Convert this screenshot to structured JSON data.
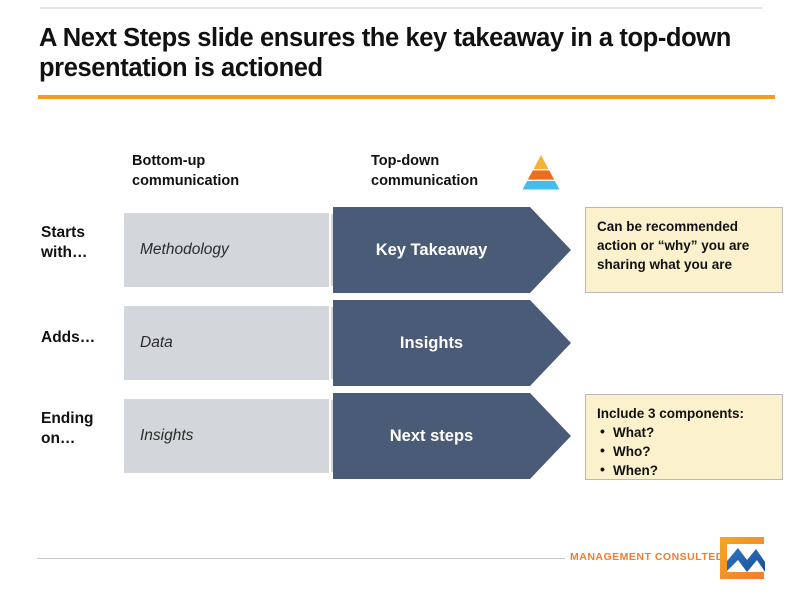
{
  "slide": {
    "title": "A Next Steps slide ensures the key takeaway in a top-down presentation is actioned",
    "accent_color": "#f59a23",
    "navy_color": "#4a5b78",
    "grey_color": "#d3d6da",
    "callout_color": "#fbf2cd"
  },
  "columns": {
    "left_header": "Bottom-up communication",
    "right_header": "Top-down communication",
    "pyramid_icon": {
      "name": "pyramid-icon",
      "top_color": "#f5b335",
      "middle_color": "#ef6c1f",
      "bottom_color": "#45bdec"
    }
  },
  "rows": [
    {
      "label": "Starts with…",
      "bottom_up": "Methodology",
      "top_down": "Key Takeaway"
    },
    {
      "label": "Adds…",
      "bottom_up": "Data",
      "top_down": "Insights"
    },
    {
      "label": "Ending on…",
      "bottom_up": "Insights",
      "top_down": "Next steps"
    }
  ],
  "callouts": {
    "first": {
      "text": "Can be recommended action or “why” you are sharing what you are"
    },
    "third": {
      "heading": "Include 3 components:",
      "items": [
        "What?",
        "Who?",
        "When?"
      ]
    }
  },
  "footer": {
    "brand": "MANAGEMENT CONSULTED",
    "brand_color": "#f07d30",
    "logo_name": "management-consulted-logo"
  }
}
